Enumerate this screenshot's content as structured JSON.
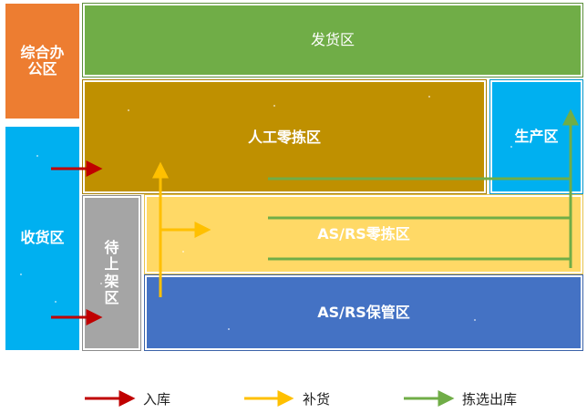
{
  "zones": {
    "admin": "综合办公区",
    "shipping": "发货区",
    "manual_picking": "人工零拣区",
    "production": "生产区",
    "receiving": "收货区",
    "staging": "待上架区",
    "asrs_picking": "AS/RS零拣区",
    "asrs_storage": "AS/RS保管区"
  },
  "legend": {
    "inbound": "入库",
    "replenish": "补货",
    "picking_outbound": "拣选出库"
  },
  "colors": {
    "admin": "#ED7D31",
    "shipping": "#70AD47",
    "manual_picking": "#BF9000",
    "production": "#00B0F0",
    "receiving": "#00B0F0",
    "staging": "#A5A5A5",
    "asrs_picking": "#FFD966",
    "asrs_storage": "#4472C4",
    "inbound_arrow": "#C00000",
    "replenish_arrow": "#FFC000",
    "picking_arrow": "#70AD47"
  }
}
